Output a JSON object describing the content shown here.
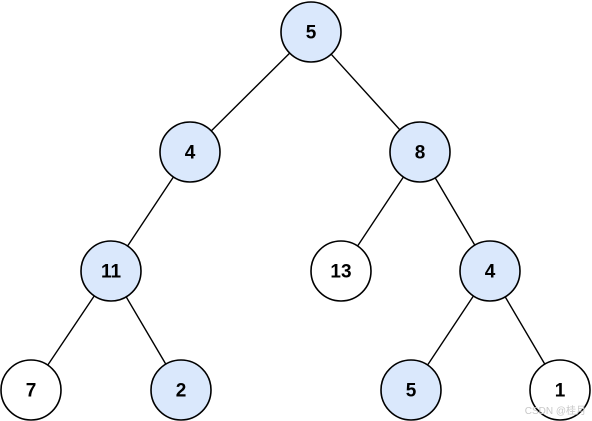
{
  "tree": {
    "nodes": [
      {
        "id": "n0",
        "label": "5",
        "highlighted": true
      },
      {
        "id": "n1",
        "label": "4",
        "highlighted": true
      },
      {
        "id": "n2",
        "label": "8",
        "highlighted": true
      },
      {
        "id": "n3",
        "label": "11",
        "highlighted": true
      },
      {
        "id": "n4",
        "label": "13",
        "highlighted": false
      },
      {
        "id": "n5",
        "label": "4",
        "highlighted": true
      },
      {
        "id": "n6",
        "label": "7",
        "highlighted": false
      },
      {
        "id": "n7",
        "label": "2",
        "highlighted": true
      },
      {
        "id": "n8",
        "label": "5",
        "highlighted": true
      },
      {
        "id": "n9",
        "label": "1",
        "highlighted": false
      }
    ],
    "edges": [
      [
        "n0",
        "n1"
      ],
      [
        "n0",
        "n2"
      ],
      [
        "n1",
        "n3"
      ],
      [
        "n2",
        "n4"
      ],
      [
        "n2",
        "n5"
      ],
      [
        "n3",
        "n6"
      ],
      [
        "n3",
        "n7"
      ],
      [
        "n5",
        "n8"
      ],
      [
        "n5",
        "n9"
      ]
    ]
  },
  "colors": {
    "highlight_fill": "#dae8fc",
    "plain_fill": "#ffffff",
    "stroke": "#000000"
  },
  "watermark": "CSDN @桂月"
}
